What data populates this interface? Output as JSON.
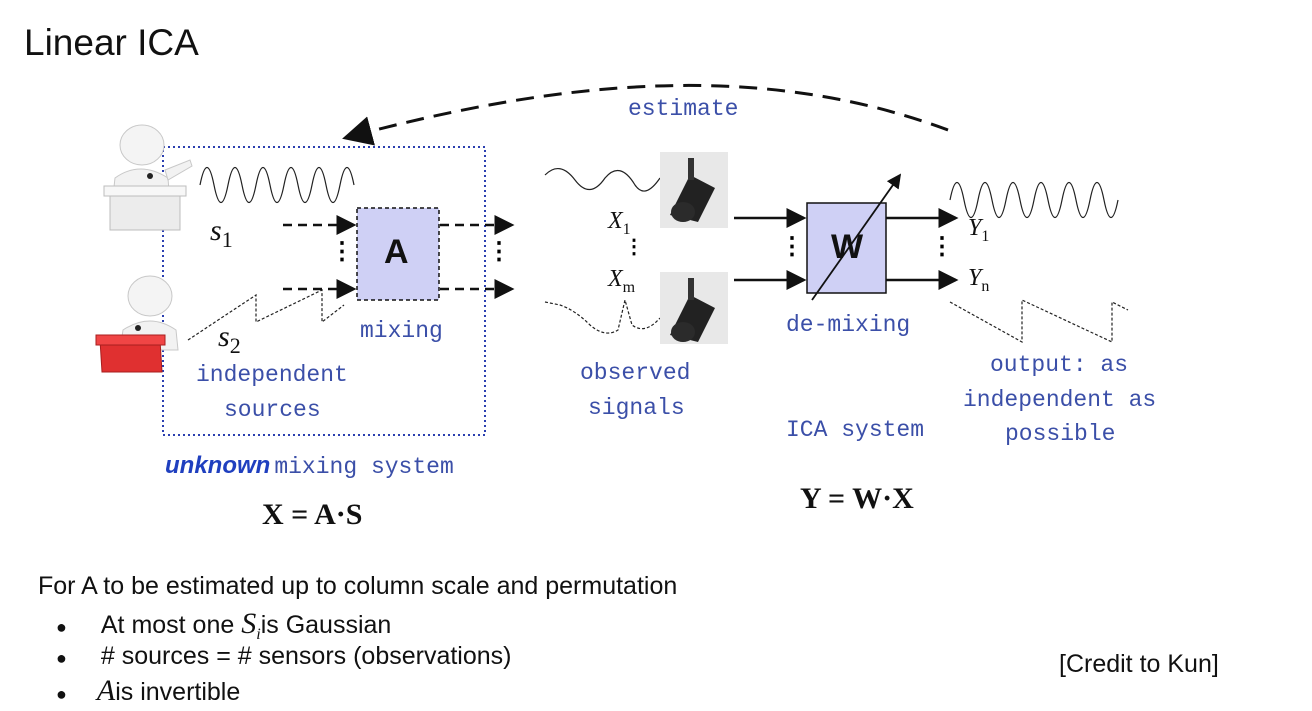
{
  "title": "Linear ICA",
  "diagram": {
    "estimate_label": "estimate",
    "s1_label": "s",
    "s1_sub": "1",
    "s2_label": "s",
    "s2_sub": "2",
    "mixing_box_label": "A",
    "mixing_label": "mixing",
    "independent_sources": [
      "independent",
      "sources"
    ],
    "unknown_word": "unknown",
    "mixing_system_label": "mixing system",
    "x1_label": "X",
    "x1_sub": "1",
    "xm_label": "X",
    "xm_sub": "m",
    "observed_signals": [
      "observed",
      "signals"
    ],
    "demixing_box_label": "W",
    "demixing_label": "de-mixing",
    "ica_system_label": "ICA system",
    "y1_label": "Y",
    "y1_sub": "1",
    "yn_label": "Y",
    "yn_sub": "n",
    "output_text": [
      "output: as",
      "independent as",
      "possible"
    ],
    "equation_left": "X = A·S",
    "equation_right": "Y = W·X",
    "dots": "⋮",
    "colors": {
      "box_fill": "#cfd0f5",
      "label_blue": "#3b4fa8",
      "dotted_border": "#2b3fb0",
      "podium_red": "#e03030"
    }
  },
  "conditions": {
    "intro": "For A to be estimated up to column scale and permutation",
    "bullet_symbol": "●",
    "items": [
      {
        "pre": "At most one",
        "math": "S",
        "math_sub": "i",
        "post": "is Gaussian"
      },
      {
        "pre": "# sources = # sensors (observations)",
        "math": "",
        "math_sub": "",
        "post": ""
      },
      {
        "pre": "",
        "math": "A",
        "math_sub": "",
        "post": "is invertible"
      }
    ]
  },
  "credit": "[Credit to Kun]"
}
